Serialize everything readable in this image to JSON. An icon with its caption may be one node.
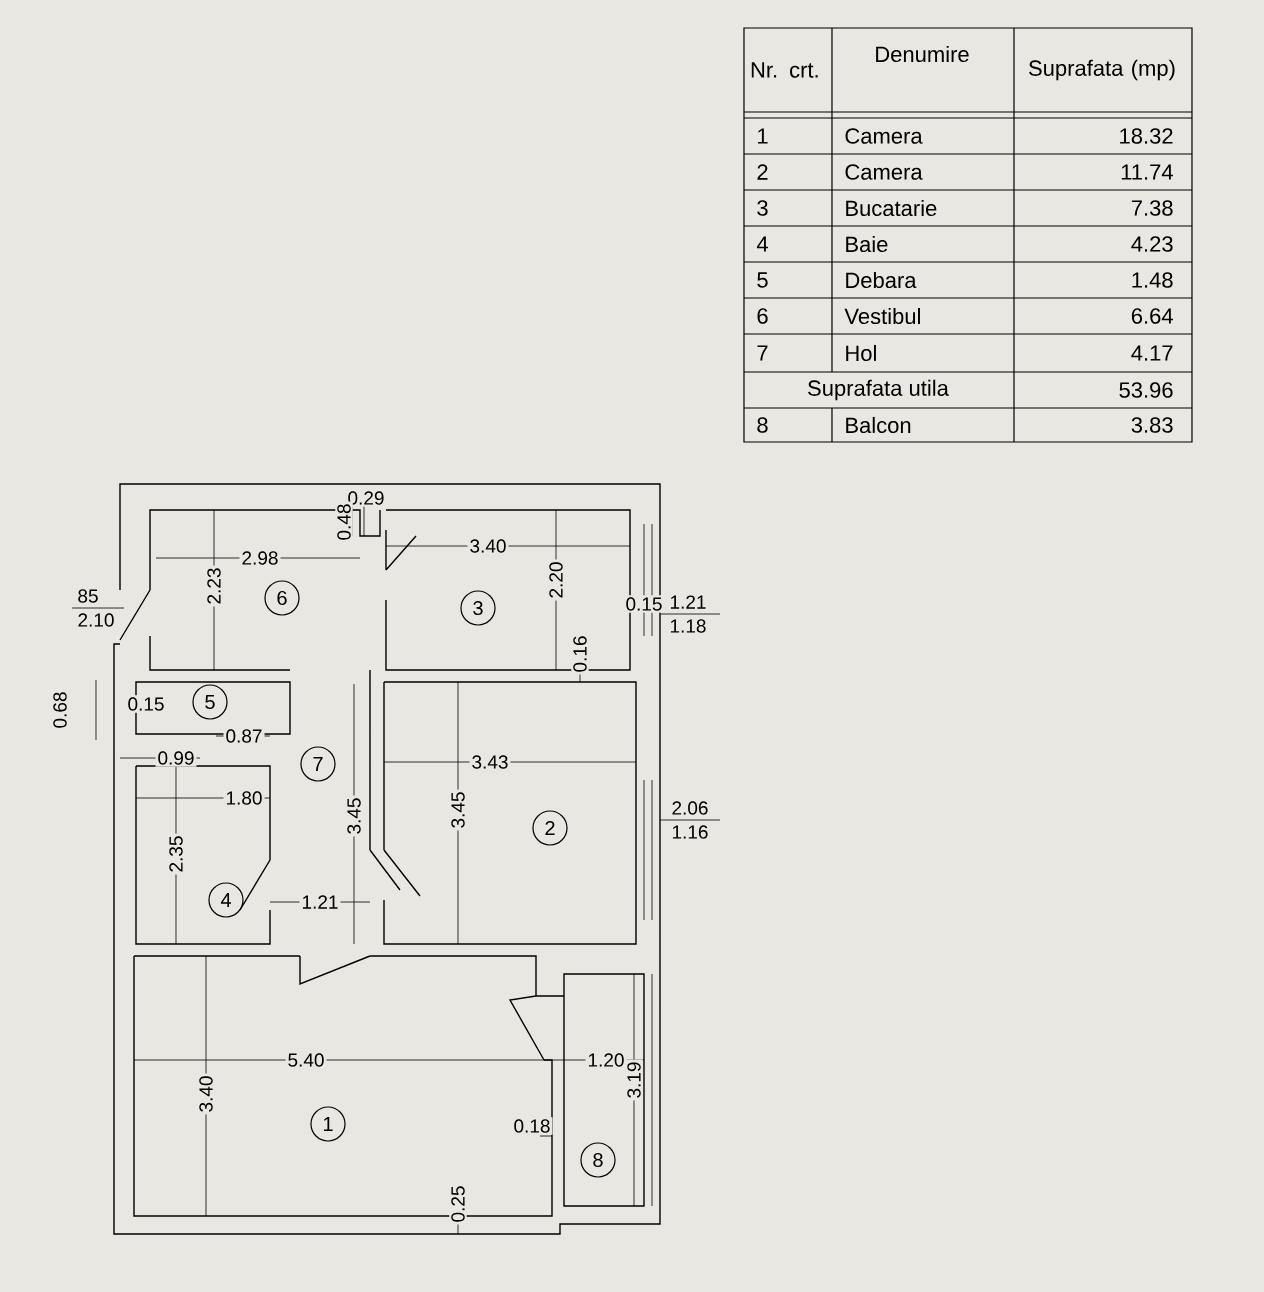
{
  "diagram": {
    "nodes": [
      {
        "text": [
          "6"
        ]
      },
      {
        "text": [
          "3"
        ]
      },
      {
        "text": [
          "5"
        ]
      },
      {
        "text": [
          "7"
        ]
      },
      {
        "text": [
          "2"
        ]
      },
      {
        "text": [
          "4"
        ]
      },
      {
        "text": [
          "1"
        ]
      },
      {
        "text": [
          "8"
        ]
      }
    ],
    "labels": [
      "Nr. crt.",
      "Denumire",
      "Suprafata (mp)",
      "1",
      "Camera",
      "18.32",
      "2",
      "Camera",
      "11.74",
      "3",
      "Bucatarie",
      "7.38",
      "4",
      "Baie",
      "4.23",
      "5",
      "Debara",
      "1.48",
      "6",
      "Vestibul",
      "6.64",
      "7",
      "Hol",
      "4.17",
      "Suprafata utila",
      "53.96",
      "8",
      "Balcon",
      "3.83",
      "0.29",
      "0.48",
      "3.40",
      "2.98",
      "2.20",
      "1.21",
      "2.23",
      "85",
      "0.15",
      "1.18",
      "2.10",
      "0.16",
      "0.15",
      "0.68",
      "0.87",
      "0.99",
      "3.43",
      "1.80",
      "2.06",
      "3.45",
      "3.45",
      "1.16",
      "2.35",
      "1.21",
      "5.40",
      "1.20",
      "3.40",
      "3.19",
      "0.18",
      "0.25"
    ]
  }
}
